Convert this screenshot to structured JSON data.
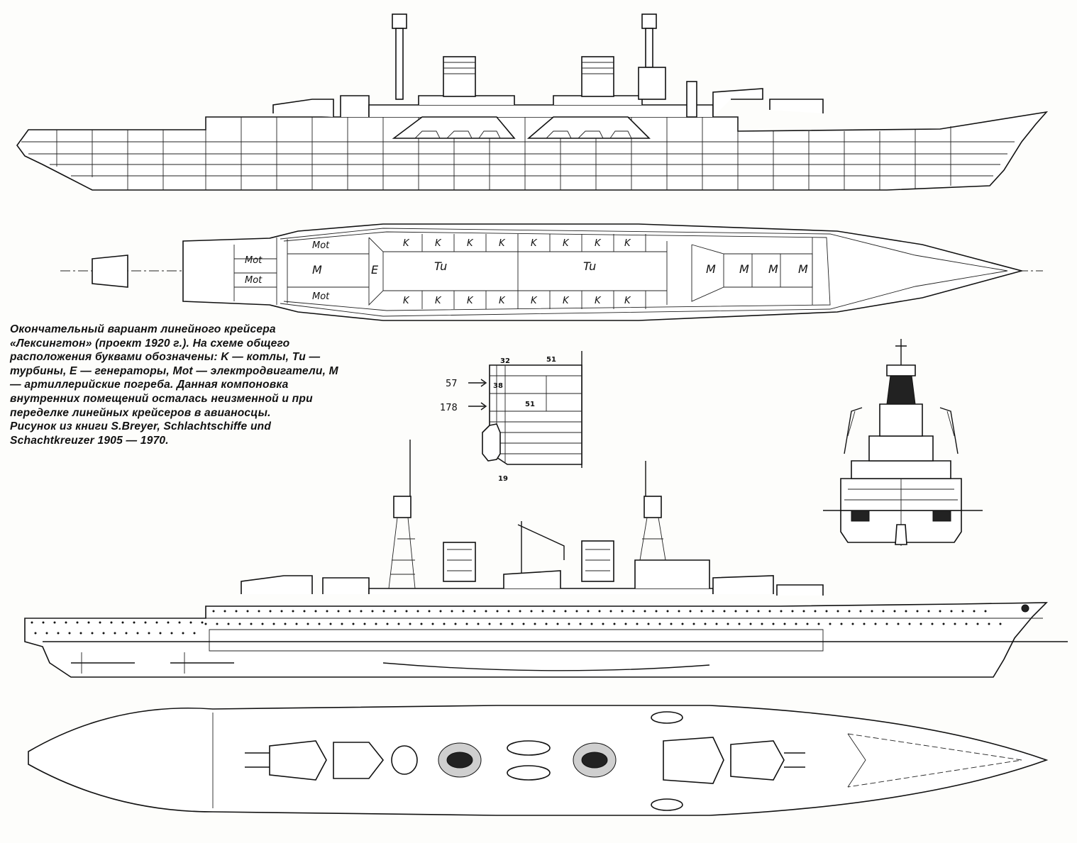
{
  "caption": {
    "text": "Окончательный вариант линейного крейсера «Лексингтон» (проект 1920 г.). На схеме общего расположения буквами обозначены: K — котлы, Tu — турбины, E — генераторы, Mot — электродвигатели, M — артиллерийские погреба. Данная компоновка внутренних помещений осталась неизменной и при переделке линейных крейсеров в авианосцы.",
    "credit": "Рисунок из книги S.Breyer, Schlachtschiffe und Schachtkreuzer 1905 — 1970."
  },
  "plan_labels": {
    "mot": "Mot",
    "m": "M",
    "e": "E",
    "tu": "Tu",
    "k": "K"
  },
  "armor_section": {
    "value_57": "57",
    "value_178": "178",
    "value_32": "32",
    "value_38": "38",
    "value_51a": "51",
    "value_51b": "51",
    "value_19": "19"
  },
  "colors": {
    "ink": "#111111",
    "paper": "#fdfdfb"
  }
}
